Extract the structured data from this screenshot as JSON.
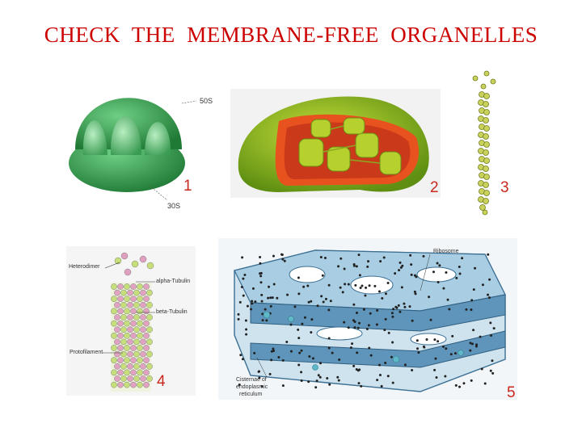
{
  "title": "CHECK  THE  MEMBRANE-FREE  ORGANELLES",
  "panels": [
    {
      "number": "1",
      "labels": {
        "large": "50S",
        "small": "30S"
      }
    },
    {
      "number": "2"
    },
    {
      "number": "3"
    },
    {
      "number": "4",
      "labels": {
        "heterodimer": "Heterodimer",
        "alpha": "alpha-Tubulin",
        "beta": "beta-Tubulin",
        "protofilament": "Protofilament"
      }
    },
    {
      "number": "5",
      "labels": {
        "ribosome": "Ribosome",
        "cisternae_1": "Cisternae of",
        "cisternae_2": "endoplasmic",
        "cisternae_3": "reticulum"
      }
    }
  ],
  "colors": {
    "title": "#cc0000",
    "numbers": "#c8281e"
  }
}
